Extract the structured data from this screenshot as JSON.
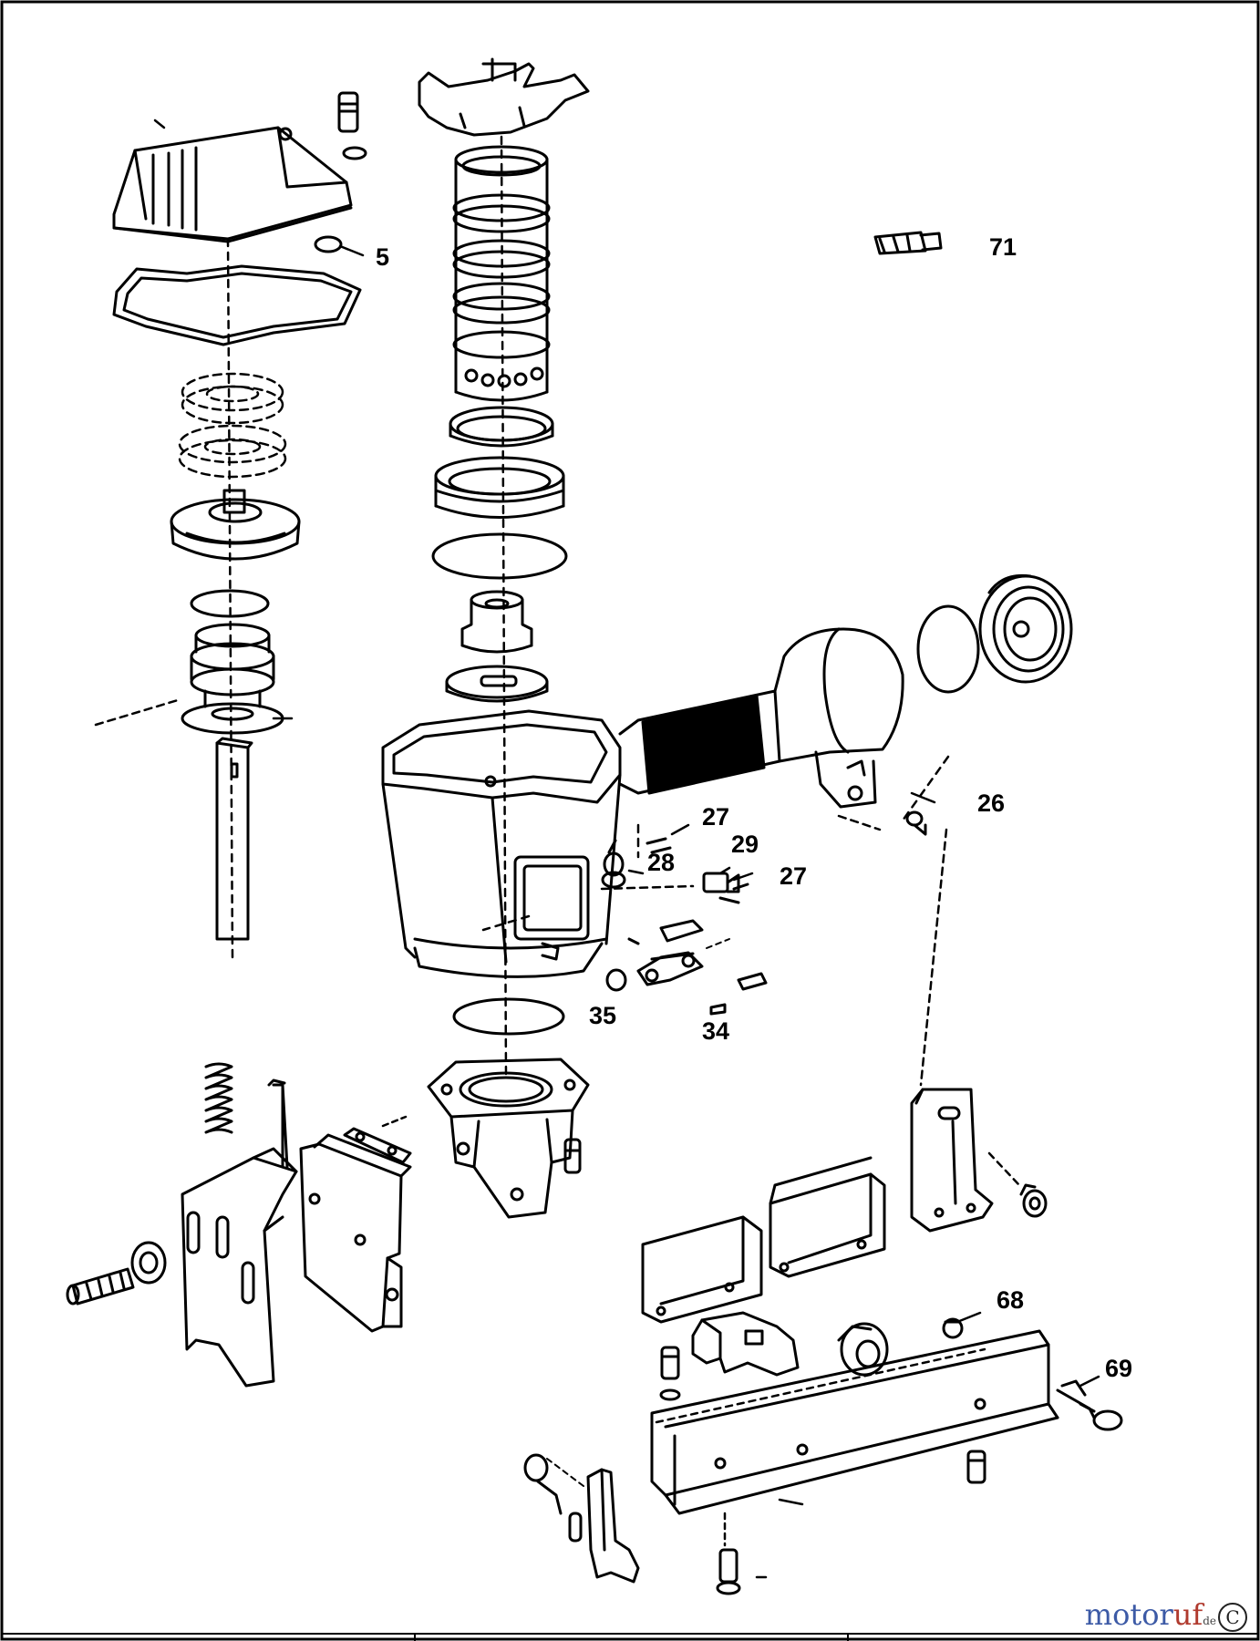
{
  "diagram": {
    "part_labels": [
      "5",
      "71",
      "26",
      "27",
      "28",
      "29",
      "27",
      "35",
      "34",
      "68",
      "69"
    ]
  },
  "watermark": {
    "text_part1": "motor",
    "text_part2": "uf",
    "suffix": "de",
    "symbol": "C"
  },
  "colors": {
    "line": "#000000",
    "background": "#ffffff"
  }
}
